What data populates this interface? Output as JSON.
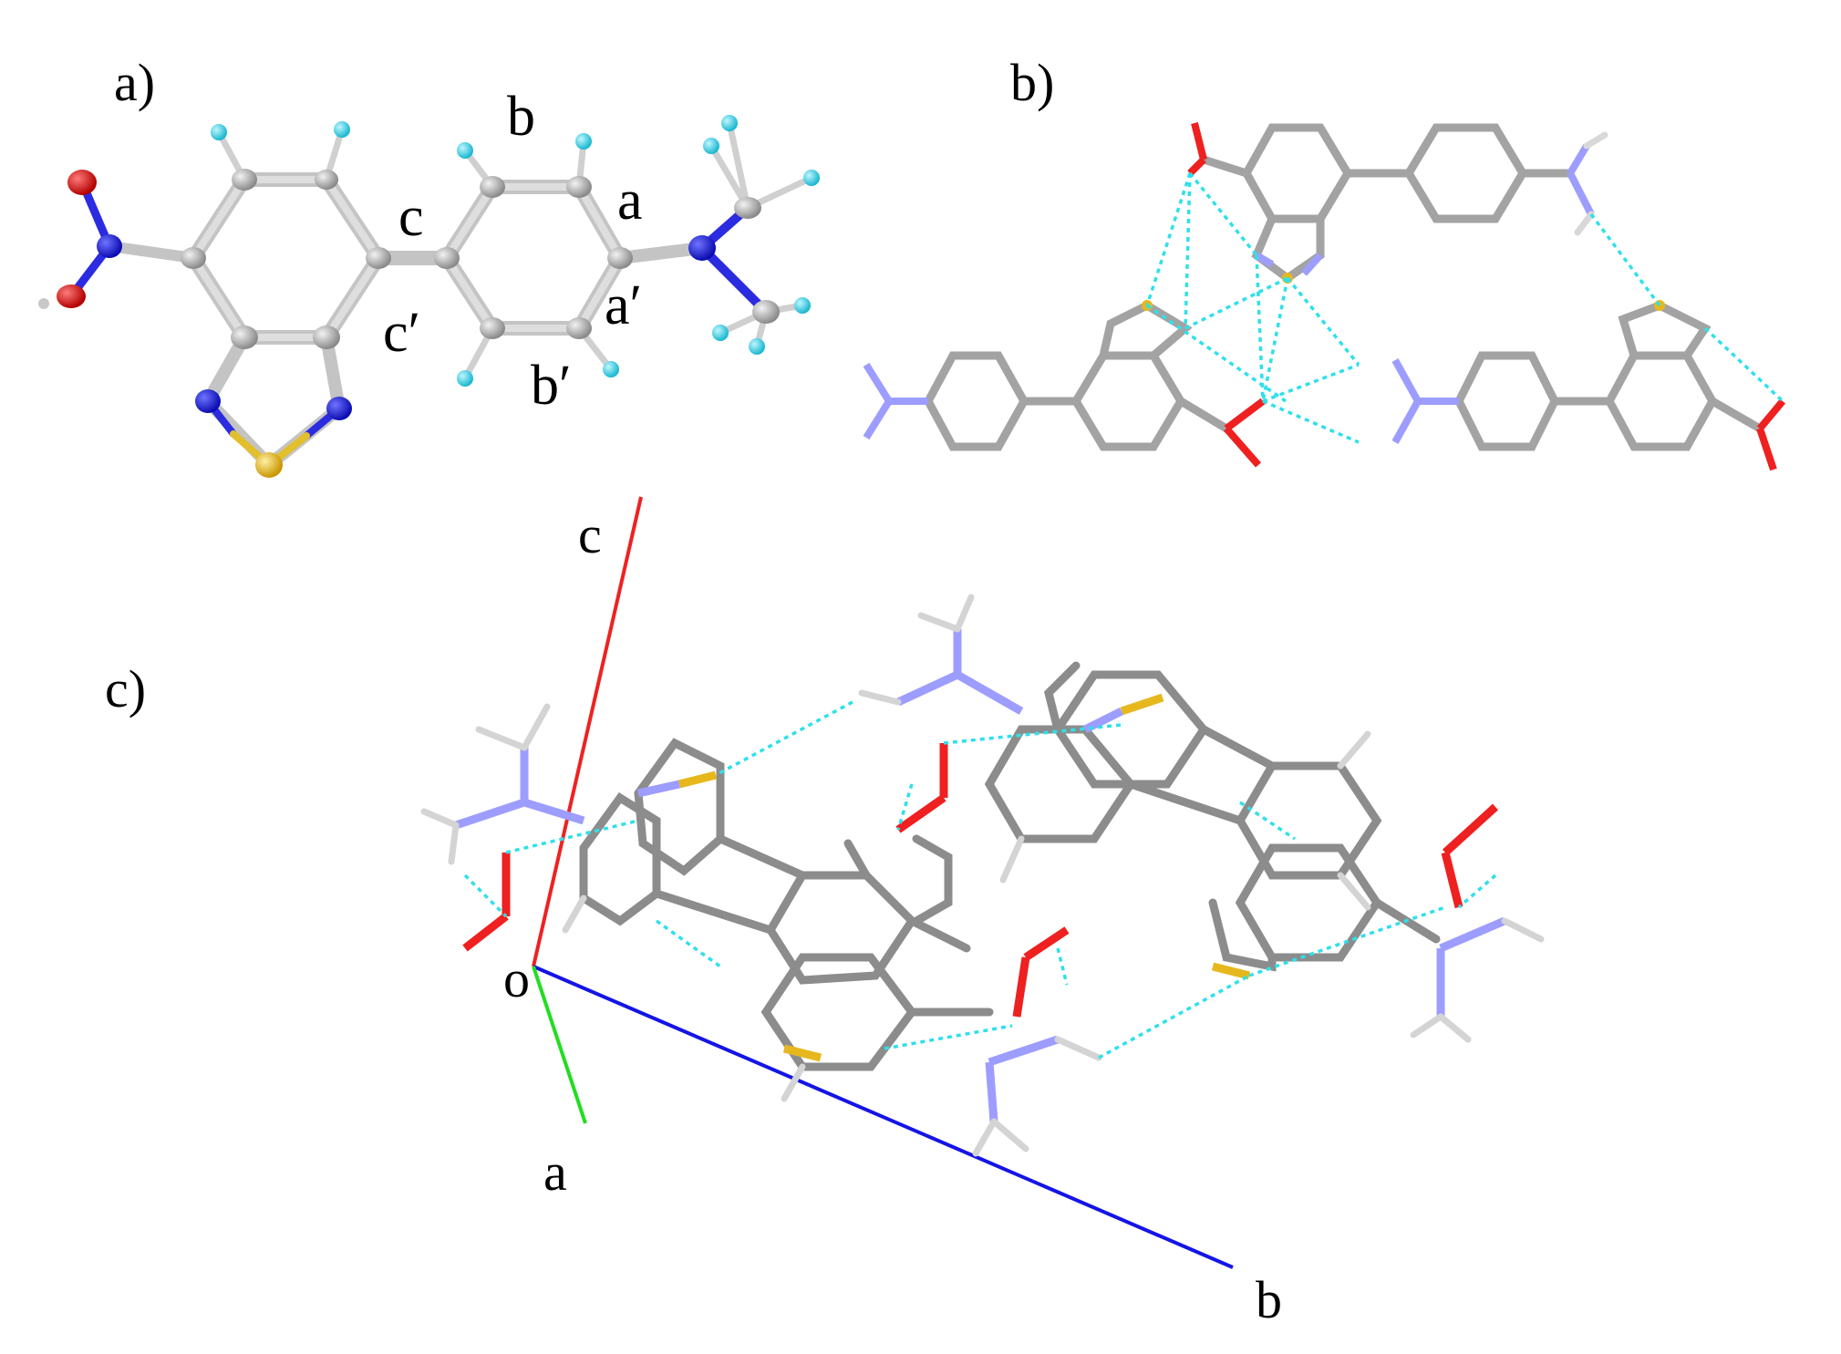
{
  "panels": {
    "a": {
      "label": "a)"
    },
    "b": {
      "label": "b)"
    },
    "c": {
      "label": "c)"
    }
  },
  "bond_labels": {
    "a": "a",
    "a_prime": "a′",
    "b": "b",
    "b_prime": "b′",
    "c": "c",
    "c_prime": "c′"
  },
  "axes": {
    "origin": "o",
    "a": "a",
    "b": "b",
    "c": "c"
  },
  "colors": {
    "carbon": "#a0a0a0",
    "hydrogen_thermal": "#34d4e8",
    "nitrogen": "#1a1ee0",
    "oxygen": "#e01010",
    "sulfur": "#e6b81e",
    "contact_dashes": "#2fe0ea",
    "axis_a": "#22dd22",
    "axis_b": "#1414e6",
    "axis_c": "#ee2222"
  }
}
